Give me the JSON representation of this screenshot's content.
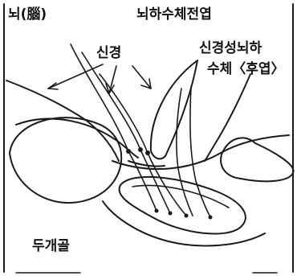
{
  "labels": {
    "brain": "뇌(腦)",
    "anterior_pituitary": "뇌하수체전엽",
    "nerve": "신경",
    "posterior_line1": "신경성뇌하",
    "posterior_line2": "수체〈후엽〉",
    "skull": "두개골"
  },
  "colors": {
    "ink": "#1a1a1a",
    "background": "#ffffff"
  }
}
